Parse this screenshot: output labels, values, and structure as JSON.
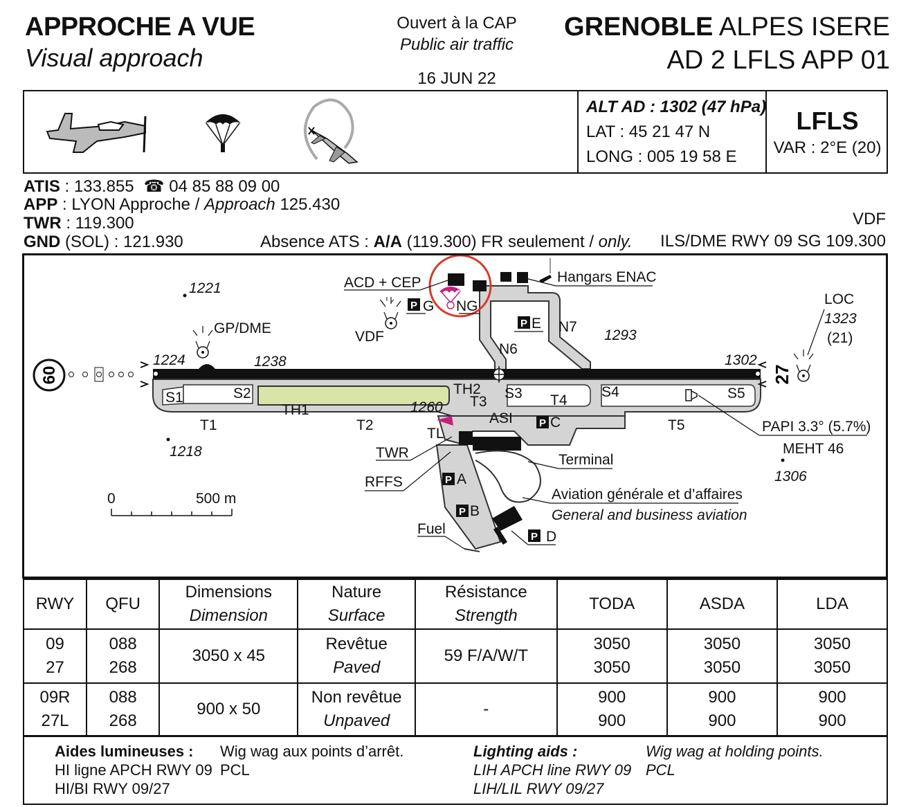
{
  "header": {
    "title_fr": "APPROCHE A VUE",
    "title_en": "Visual approach",
    "access_fr": "Ouvert à la CAP",
    "access_en": "Public air traffic",
    "date": "16 JUN 22",
    "aerodrome_bold": "GRENOBLE",
    "aerodrome_rest": "ALPES ISERE",
    "chart_ref": "AD 2 LFLS APP 01"
  },
  "infobox": {
    "alt": "ALT AD : 1302 (47 hPa)",
    "lat": "LAT    :  45 21 47 N",
    "long": "LONG : 005 19 58 E",
    "icao": "LFLS",
    "var": "VAR : 2°E (20)",
    "icons": [
      "airplane-icon",
      "parachute-icon",
      "aerobatics-icon"
    ]
  },
  "freqs": {
    "atis_label": "ATIS",
    "atis": " : 133.855",
    "phone": "04 85 88 09 00",
    "app_label": "APP",
    "app_a": " : LYON Approche / ",
    "app_b": "Approach",
    "app_c": " 125.430",
    "twr_label": "TWR",
    "twr": " : 119.300",
    "gnd_label": "GND",
    "gnd": " (SOL) : 121.930",
    "absence_a": "Absence ATS : ",
    "absence_b": "A/A",
    "absence_c": " (119.300) FR seulement / ",
    "absence_d": "only.",
    "vdf": "VDF",
    "ils": "ILS/DME RWY 09 SG 109.300"
  },
  "map": {
    "labels": {
      "acd_cep": "ACD + CEP",
      "hangars": "Hangars ENAC",
      "g": "G",
      "ng": "NG",
      "e": "E",
      "n7": "N7",
      "n6": "N6",
      "gp_dme": "GP/DME",
      "vdf": "VDF",
      "loc": "LOC",
      "loc_elev": "1323",
      "loc_dist": "(21)",
      "s1": "S1",
      "s2": "S2",
      "s3": "S3",
      "s4": "S4",
      "s5": "S5",
      "th1": "TH1",
      "th2": "TH2",
      "t1": "T1",
      "t2": "T2",
      "t3": "T3",
      "t4": "T4",
      "t5": "T5",
      "asi": "ASI",
      "c": "C",
      "tl": "TL",
      "twr": "TWR",
      "rffs": "RFFS",
      "a": "A",
      "b": "B",
      "d": "D",
      "fuel": "Fuel",
      "terminal": "Terminal",
      "ga_fr": "Aviation générale et d’affaires",
      "ga_en": "General and business aviation",
      "papi": "PAPI 3.3° (5.7%)",
      "meht": "MEHT 46",
      "rwy09": "60",
      "rwy27": "27",
      "scale0": "0",
      "scale500": "500 m",
      "parking": "P"
    },
    "elevations": {
      "e1221": "1221",
      "e1224": "1224",
      "e1238": "1238",
      "e1218": "1218",
      "e1260": "1260",
      "e1293": "1293",
      "e1302": "1302",
      "e1306": "1306"
    }
  },
  "table": {
    "headers": {
      "rwy": "RWY",
      "qfu": "QFU",
      "dim_fr": "Dimensions",
      "dim_en": "Dimension",
      "nat_fr": "Nature",
      "nat_en": "Surface",
      "res_fr": "Résistance",
      "res_en": "Strength",
      "toda": "TODA",
      "asda": "ASDA",
      "lda": "LDA"
    },
    "row1": {
      "rwy_a": "09",
      "rwy_b": "27",
      "qfu_a": "088",
      "qfu_b": "268",
      "dim": "3050 x 45",
      "nat_fr": "Revêtue",
      "nat_en": "Paved",
      "res": "59 F/A/W/T",
      "toda_a": "3050",
      "toda_b": "3050",
      "asda_a": "3050",
      "asda_b": "3050",
      "lda_a": "3050",
      "lda_b": "3050"
    },
    "row2": {
      "rwy_a": "09R",
      "rwy_b": "27L",
      "qfu_a": "088",
      "qfu_b": "268",
      "dim": "900 x 50",
      "nat_fr": "Non revêtue",
      "nat_en": "Unpaved",
      "res": "-",
      "toda_a": "900",
      "toda_b": "900",
      "asda_a": "900",
      "asda_b": "900",
      "lda_a": "900",
      "lda_b": "900"
    }
  },
  "lighting": {
    "fr_title": "Aides lumineuses :",
    "fr_l1": "HI ligne APCH RWY 09",
    "fr_l2": "HI/BI RWY 09/27",
    "fr_w1": "Wig wag aux points d’arrêt.",
    "fr_w2": "PCL",
    "en_title": "Lighting aids :",
    "en_l1": "LIH APCH line RWY 09",
    "en_l2": "LIH/LIL RWY 09/27",
    "en_w1": "Wig wag at holding points.",
    "en_w2": "PCL"
  },
  "colors": {
    "taxiway_fill": "#d4d4d4",
    "grass_strip": "#d9e4a8",
    "highlight_circle": "#d83a2a",
    "parachute_magenta": "#c8207a"
  }
}
